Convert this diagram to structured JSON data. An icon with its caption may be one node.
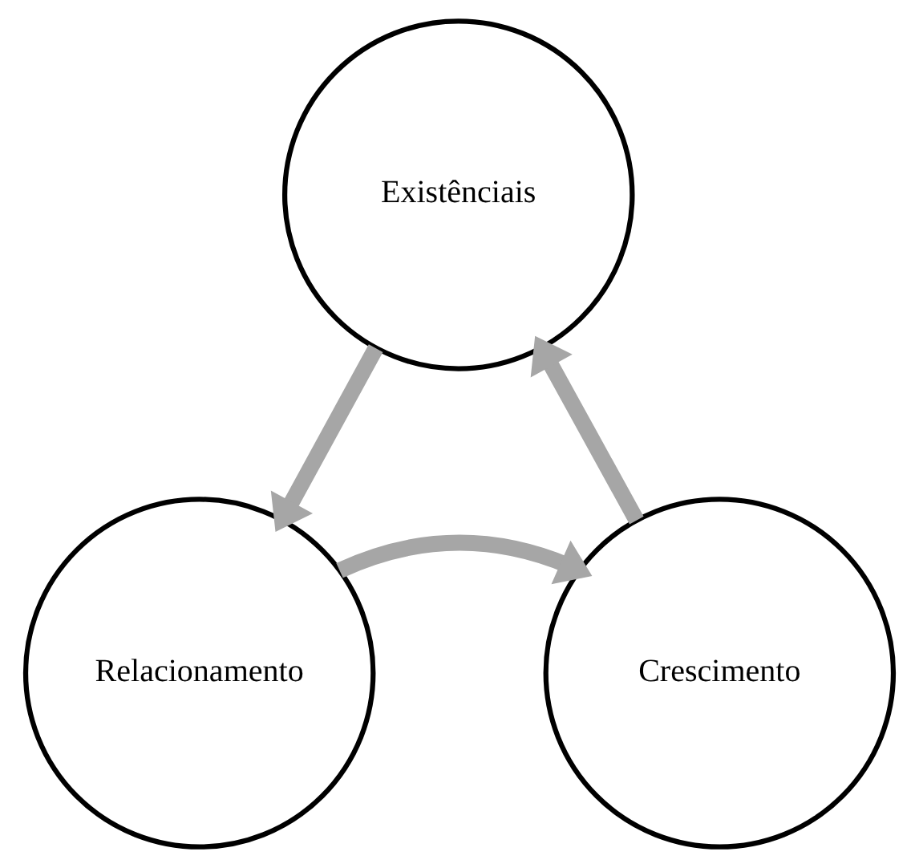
{
  "diagram": {
    "nodes": [
      {
        "text": [
          "Existênciais"
        ]
      },
      {
        "text": [
          "Relacionamento"
        ]
      },
      {
        "text": [
          "Crescimento"
        ]
      }
    ],
    "edges": [
      {
        "from": 0,
        "to": 1,
        "arrow": "to"
      },
      {
        "from": 1,
        "to": 2,
        "arrow": "to"
      },
      {
        "from": 2,
        "to": 0,
        "arrow": "to"
      }
    ]
  }
}
